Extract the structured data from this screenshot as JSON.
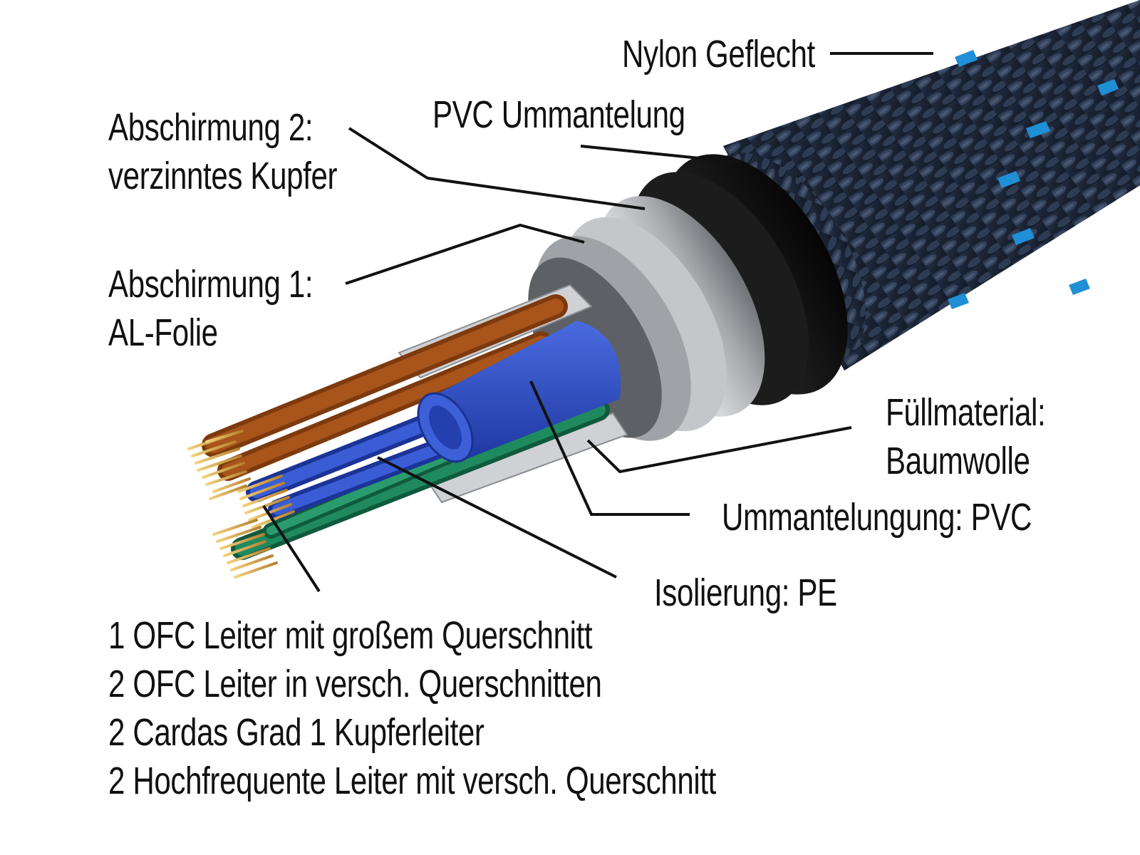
{
  "labels": {
    "nylon": "Nylon Geflecht",
    "pvc_jacket": "PVC Ummantelung",
    "shield2": [
      "Abschirmung 2:",
      "verzinntes Kupfer"
    ],
    "shield1": [
      "Abschirmung 1:",
      "AL-Folie"
    ],
    "filler": [
      "Füllmaterial:",
      "Baumwolle"
    ],
    "sheath": "Ummantelungung: PVC",
    "insulation": "Isolierung: PE",
    "conductors": [
      "1 OFC Leiter mit großem Querschnitt",
      "2 OFC Leiter in versch. Querschnitten",
      "2 Cardas Grad 1 Kupferleiter",
      "2 Hochfrequente Leiter mit versch. Querschnitt"
    ]
  },
  "colors": {
    "braid": "#1e2a3c",
    "braid_accent": "#1f8fd6",
    "jacket": "#1a1a1a",
    "shield_silver": "#b9bbbf",
    "inner_blue": "#2d50c8",
    "wire_brown": "#9b4a14",
    "wire_blue": "#2f4fc4",
    "wire_green": "#1c7a55",
    "copper": "#d9a64a"
  }
}
